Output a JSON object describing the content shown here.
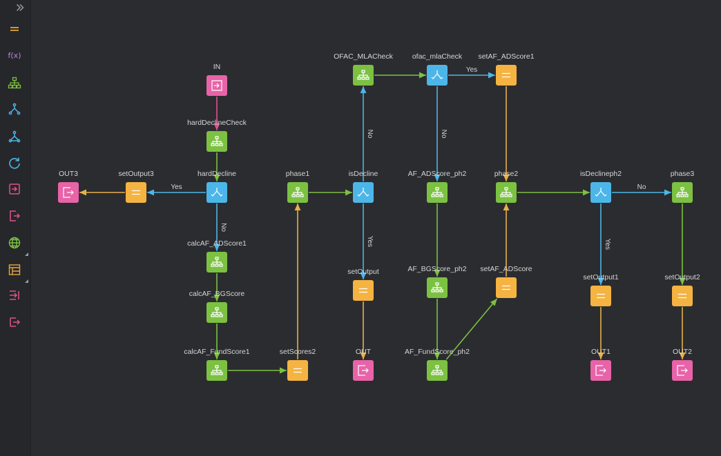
{
  "sidebar": {
    "collapse_icon": "double-chevron-right-icon",
    "tools": [
      {
        "name": "tool-assign",
        "icon": "equals-icon",
        "color": "#e8a838"
      },
      {
        "name": "tool-function",
        "icon": "function-icon",
        "label": "f(x)",
        "color": "#b98ad8"
      },
      {
        "name": "tool-subflow",
        "icon": "hierarchy-icon",
        "color": "#7cc142"
      },
      {
        "name": "tool-branch",
        "icon": "branch-icon",
        "color": "#4db6e8"
      },
      {
        "name": "tool-merge-branch",
        "icon": "merge-branch-icon",
        "color": "#4db6e8"
      },
      {
        "name": "tool-loop",
        "icon": "loop-icon",
        "color": "#4db6e8"
      },
      {
        "name": "tool-input",
        "icon": "input-icon",
        "color": "#e0508f"
      },
      {
        "name": "tool-output",
        "icon": "output-icon",
        "color": "#e0508f"
      },
      {
        "name": "tool-web-service",
        "icon": "globe-icon",
        "color": "#7cc142"
      },
      {
        "name": "tool-data-table",
        "icon": "table-icon",
        "color": "#e8a838"
      },
      {
        "name": "tool-end-in",
        "icon": "end-input-icon",
        "color": "#e0508f"
      },
      {
        "name": "tool-end-out",
        "icon": "end-output-icon",
        "color": "#e0508f"
      }
    ]
  },
  "colors": {
    "pink": "#e863a8",
    "green": "#7cc142",
    "blue": "#4db6e8",
    "orange": "#f5b342",
    "edge_green": "#7cc142",
    "edge_blue": "#4db6e8",
    "edge_orange": "#e8b04a",
    "edge_pink": "#e0508f"
  },
  "nodes": [
    {
      "id": "IN",
      "label": "IN",
      "kind": "pink",
      "icon": "input-icon"
    },
    {
      "id": "hardDeclineCheck",
      "label": "hardDeclineCheck",
      "kind": "green",
      "icon": "hierarchy-icon"
    },
    {
      "id": "hardDecline",
      "label": "hardDecline",
      "kind": "blue",
      "icon": "branch-icon"
    },
    {
      "id": "setOutput3",
      "label": "setOutput3",
      "kind": "orange",
      "icon": "equals-icon"
    },
    {
      "id": "OUT3",
      "label": "OUT3",
      "kind": "pink",
      "icon": "output-icon"
    },
    {
      "id": "calcAF_ADScore1",
      "label": "calcAF_ADScore1",
      "kind": "green",
      "icon": "hierarchy-icon"
    },
    {
      "id": "calcAF_BGScore",
      "label": "calcAF_BGScore",
      "kind": "green",
      "icon": "hierarchy-icon"
    },
    {
      "id": "calcAF_FundScore1",
      "label": "calcAF_FundScore1",
      "kind": "green",
      "icon": "hierarchy-icon"
    },
    {
      "id": "setScores2",
      "label": "setScores2",
      "kind": "orange",
      "icon": "equals-icon"
    },
    {
      "id": "phase1",
      "label": "phase1",
      "kind": "green",
      "icon": "hierarchy-icon"
    },
    {
      "id": "isDecline",
      "label": "isDecline",
      "kind": "blue",
      "icon": "branch-icon"
    },
    {
      "id": "OFAC_MLACheck",
      "label": "OFAC_MLACheck",
      "kind": "green",
      "icon": "hierarchy-icon"
    },
    {
      "id": "setOutput",
      "label": "setOutput",
      "kind": "orange",
      "icon": "equals-icon"
    },
    {
      "id": "OUT",
      "label": "OUT",
      "kind": "pink",
      "icon": "output-icon"
    },
    {
      "id": "ofac_mlaCheck",
      "label": "ofac_mlaCheck",
      "kind": "blue",
      "icon": "branch-icon"
    },
    {
      "id": "setAF_ADScore1",
      "label": "setAF_ADScore1",
      "kind": "orange",
      "icon": "equals-icon"
    },
    {
      "id": "AF_ADScore_ph2",
      "label": "AF_ADScore_ph2",
      "kind": "green",
      "icon": "hierarchy-icon"
    },
    {
      "id": "AF_BGScore_ph2",
      "label": "AF_BGScore_ph2",
      "kind": "green",
      "icon": "hierarchy-icon"
    },
    {
      "id": "AF_FundScore_ph2",
      "label": "AF_FundScore_ph2",
      "kind": "green",
      "icon": "hierarchy-icon"
    },
    {
      "id": "setAF_ADScore",
      "label": "setAF_ADScore",
      "kind": "orange",
      "icon": "equals-icon"
    },
    {
      "id": "phase2",
      "label": "phase2",
      "kind": "green",
      "icon": "hierarchy-icon"
    },
    {
      "id": "isDeclineph2",
      "label": "isDeclineph2",
      "kind": "blue",
      "icon": "branch-icon"
    },
    {
      "id": "setOutput1",
      "label": "setOutput1",
      "kind": "orange",
      "icon": "equals-icon"
    },
    {
      "id": "OUT1",
      "label": "OUT1",
      "kind": "pink",
      "icon": "output-icon"
    },
    {
      "id": "phase3",
      "label": "phase3",
      "kind": "green",
      "icon": "hierarchy-icon"
    },
    {
      "id": "setOutput2",
      "label": "setOutput2",
      "kind": "orange",
      "icon": "equals-icon"
    },
    {
      "id": "OUT2",
      "label": "OUT2",
      "kind": "pink",
      "icon": "output-icon"
    }
  ],
  "edges": [
    {
      "from": "IN",
      "to": "hardDeclineCheck",
      "color": "pink"
    },
    {
      "from": "hardDeclineCheck",
      "to": "hardDecline",
      "color": "green"
    },
    {
      "from": "hardDecline",
      "to": "setOutput3",
      "color": "blue",
      "label": "Yes"
    },
    {
      "from": "setOutput3",
      "to": "OUT3",
      "color": "orange"
    },
    {
      "from": "hardDecline",
      "to": "calcAF_ADScore1",
      "color": "blue",
      "label": "No"
    },
    {
      "from": "calcAF_ADScore1",
      "to": "calcAF_BGScore",
      "color": "green"
    },
    {
      "from": "calcAF_BGScore",
      "to": "calcAF_FundScore1",
      "color": "green"
    },
    {
      "from": "calcAF_FundScore1",
      "to": "setScores2",
      "color": "green"
    },
    {
      "from": "setScores2",
      "to": "phase1",
      "color": "orange"
    },
    {
      "from": "phase1",
      "to": "isDecline",
      "color": "green"
    },
    {
      "from": "isDecline",
      "to": "OFAC_MLACheck",
      "color": "blue",
      "label": "No"
    },
    {
      "from": "isDecline",
      "to": "setOutput",
      "color": "blue",
      "label": "Yes"
    },
    {
      "from": "setOutput",
      "to": "OUT",
      "color": "orange"
    },
    {
      "from": "OFAC_MLACheck",
      "to": "ofac_mlaCheck",
      "color": "green"
    },
    {
      "from": "ofac_mlaCheck",
      "to": "setAF_ADScore1",
      "color": "blue",
      "label": "Yes"
    },
    {
      "from": "ofac_mlaCheck",
      "to": "AF_ADScore_ph2",
      "color": "blue",
      "label": "No"
    },
    {
      "from": "AF_ADScore_ph2",
      "to": "AF_BGScore_ph2",
      "color": "green"
    },
    {
      "from": "AF_BGScore_ph2",
      "to": "AF_FundScore_ph2",
      "color": "green"
    },
    {
      "from": "AF_FundScore_ph2",
      "to": "setAF_ADScore",
      "color": "green"
    },
    {
      "from": "setAF_ADScore",
      "to": "phase2",
      "color": "orange"
    },
    {
      "from": "setAF_ADScore1",
      "to": "phase2",
      "color": "orange"
    },
    {
      "from": "phase2",
      "to": "isDeclineph2",
      "color": "green"
    },
    {
      "from": "isDeclineph2",
      "to": "phase3",
      "color": "blue",
      "label": "No"
    },
    {
      "from": "isDeclineph2",
      "to": "setOutput1",
      "color": "blue",
      "label": "Yes"
    },
    {
      "from": "setOutput1",
      "to": "OUT1",
      "color": "orange"
    },
    {
      "from": "phase3",
      "to": "setOutput2",
      "color": "green"
    },
    {
      "from": "setOutput2",
      "to": "OUT2",
      "color": "orange"
    }
  ]
}
